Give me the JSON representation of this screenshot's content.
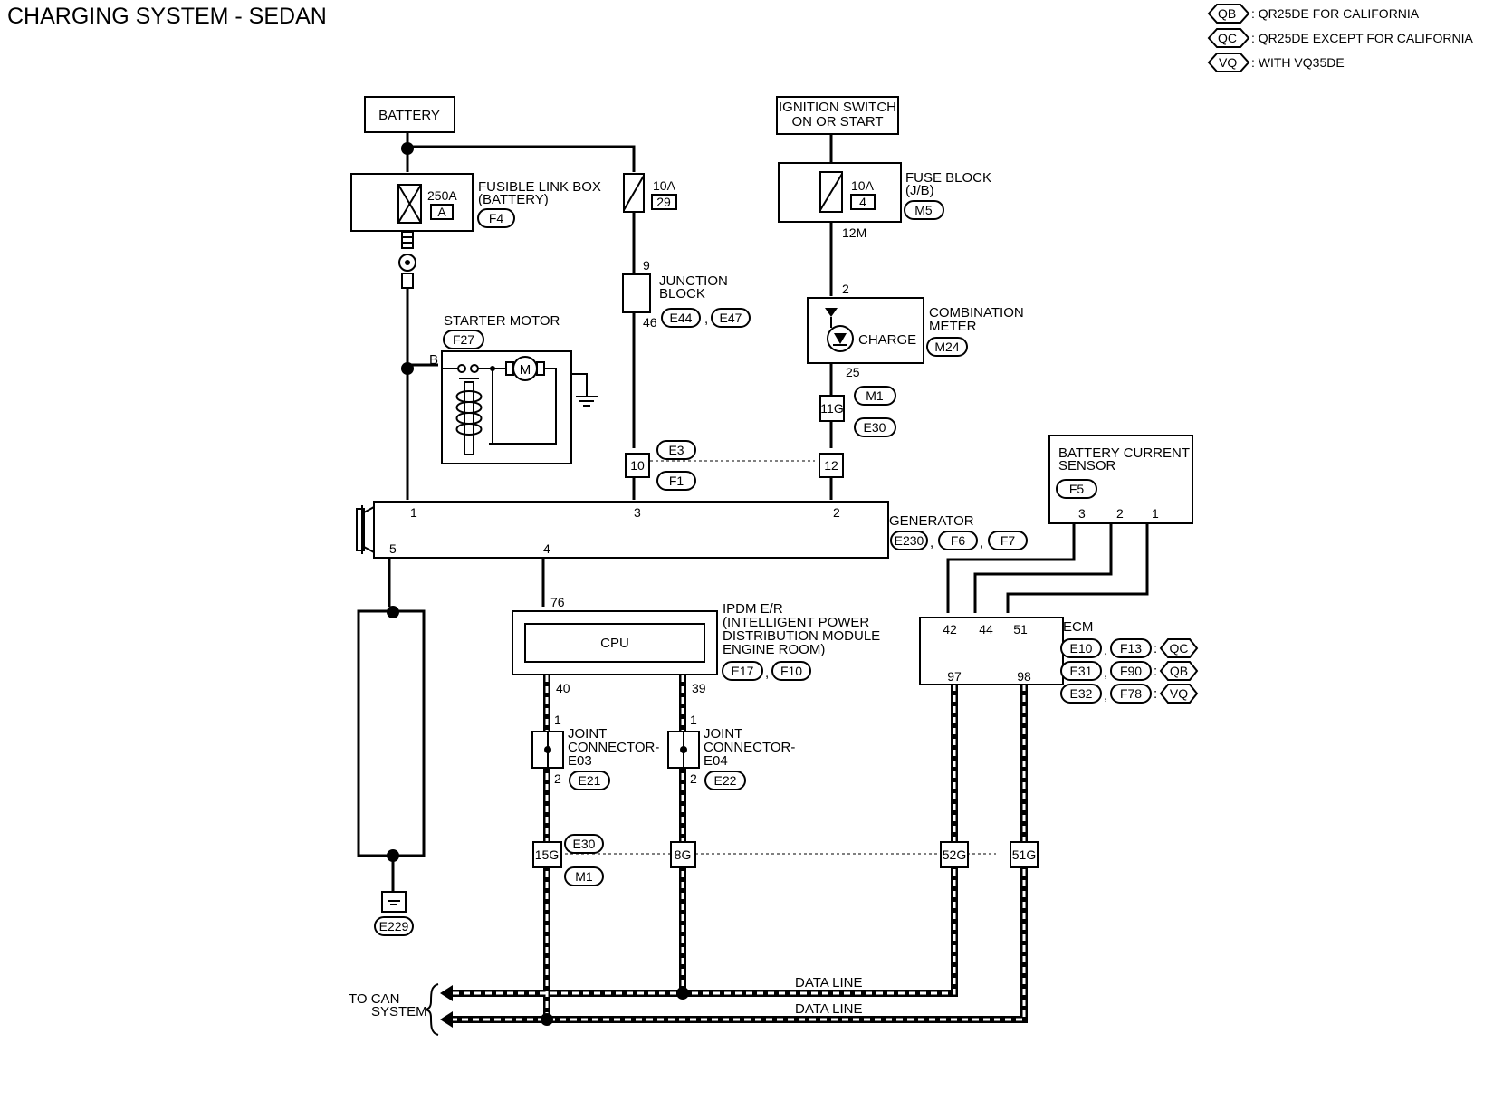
{
  "title": "CHARGING SYSTEM - SEDAN",
  "legend": [
    {
      "code": "QB",
      "text": ": QR25DE FOR CALIFORNIA"
    },
    {
      "code": "QC",
      "text": ": QR25DE EXCEPT FOR CALIFORNIA"
    },
    {
      "code": "VQ",
      "text": ": WITH VQ35DE"
    }
  ],
  "battery": "BATTERY",
  "ignition": {
    "line1": "IGNITION SWITCH",
    "line2": "ON OR START"
  },
  "fusible_link": {
    "rating": "250A",
    "letter": "A",
    "line1": "FUSIBLE LINK BOX",
    "line2": "(BATTERY)",
    "connector": "F4"
  },
  "fuse_10a_29": {
    "rating": "10A",
    "num": "29"
  },
  "fuse_block": {
    "rating": "10A",
    "num": "4",
    "line1": "FUSE BLOCK",
    "line2": "(J/B)",
    "connector": "M5",
    "pin": "12M"
  },
  "junction_block": {
    "line1": "JUNCTION",
    "line2": "BLOCK",
    "pin_top": "9",
    "pin_bottom": "46",
    "conn1": "E44",
    "conn2": "E47"
  },
  "starter": {
    "label": "STARTER MOTOR",
    "connector": "F27",
    "terminal": "B",
    "motor": "M"
  },
  "combination_meter": {
    "line1": "COMBINATION",
    "line2": "METER",
    "connector": "M24",
    "lamp": "CHARGE",
    "pin_top": "2",
    "pin_bottom": "25"
  },
  "c11g": {
    "pin": "11G",
    "conn1": "M1",
    "conn2": "E30"
  },
  "c10_12": {
    "pin_left": "10",
    "pin_right": "12",
    "conn1": "E3",
    "conn2": "F1"
  },
  "generator": {
    "label": "GENERATOR",
    "pins": {
      "p1": "1",
      "p3": "3",
      "p2": "2",
      "p5": "5",
      "p4": "4"
    },
    "conns": [
      "E230",
      "F6",
      "F7"
    ]
  },
  "battery_current_sensor": {
    "line1": "BATTERY CURRENT",
    "line2": "SENSOR",
    "connector": "F5",
    "pins": [
      "3",
      "2",
      "1"
    ]
  },
  "ipdm": {
    "line1": "IPDM E/R",
    "line2": "(INTELLIGENT POWER",
    "line3": "DISTRIBUTION MODULE",
    "line4": "ENGINE ROOM)",
    "cpu": "CPU",
    "pin_top": "76",
    "pin_left": "40",
    "pin_right": "39",
    "conn1": "E17",
    "conn2": "F10"
  },
  "ecm": {
    "label": "ECM",
    "pins_top": [
      "42",
      "44",
      "51"
    ],
    "pins_bottom": [
      "97",
      "98"
    ],
    "rows": [
      [
        "E10",
        "F13",
        "QC"
      ],
      [
        "E31",
        "F90",
        "QB"
      ],
      [
        "E32",
        "F78",
        "VQ"
      ]
    ]
  },
  "joint_e03": {
    "line1": "JOINT",
    "line2": "CONNECTOR-",
    "line3": "E03",
    "pin_top": "1",
    "pin_bottom": "2",
    "connector": "E21"
  },
  "joint_e04": {
    "line1": "JOINT",
    "line2": "CONNECTOR-",
    "line3": "E04",
    "pin_top": "1",
    "pin_bottom": "2",
    "connector": "E22"
  },
  "row_connectors": {
    "p15g": "15G",
    "p8g": "8G",
    "p52g": "52G",
    "p51g": "51G",
    "conn1": "E30",
    "conn2": "M1"
  },
  "ground": {
    "connector": "E229"
  },
  "can": {
    "line1": "TO CAN",
    "line2": "SYSTEM",
    "data_line_1": "DATA LINE",
    "data_line_2": "DATA LINE"
  }
}
